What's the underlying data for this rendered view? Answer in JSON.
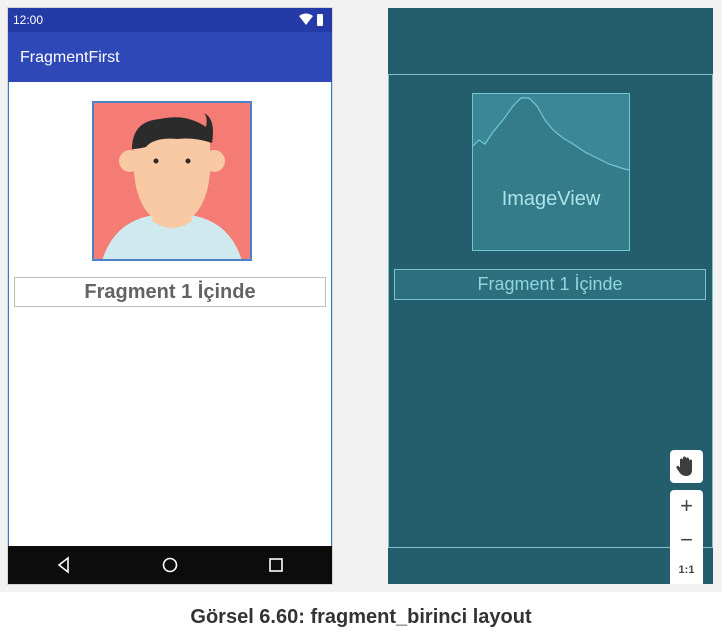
{
  "status_bar": {
    "time": "12:00"
  },
  "app_bar": {
    "title": "FragmentFirst"
  },
  "design_view": {
    "text_view": "Fragment 1 İçinde"
  },
  "blueprint_view": {
    "image_view_label": "ImageView",
    "text_view": "Fragment 1 İçinde",
    "zoom_in": "+",
    "zoom_out": "−",
    "zoom_reset": "1:1"
  },
  "caption": "Görsel 6.60: fragment_birinci layout",
  "colors": {
    "status_bar": "#243aa6",
    "app_bar": "#2e48b7",
    "avatar_bg": "#f47c74",
    "blueprint_bg": "#245d6b",
    "blueprint_outline": "#74c7d2"
  },
  "icons": [
    "wifi-icon",
    "battery-icon",
    "back-icon",
    "home-icon",
    "recents-icon",
    "pan-hand-icon"
  ]
}
